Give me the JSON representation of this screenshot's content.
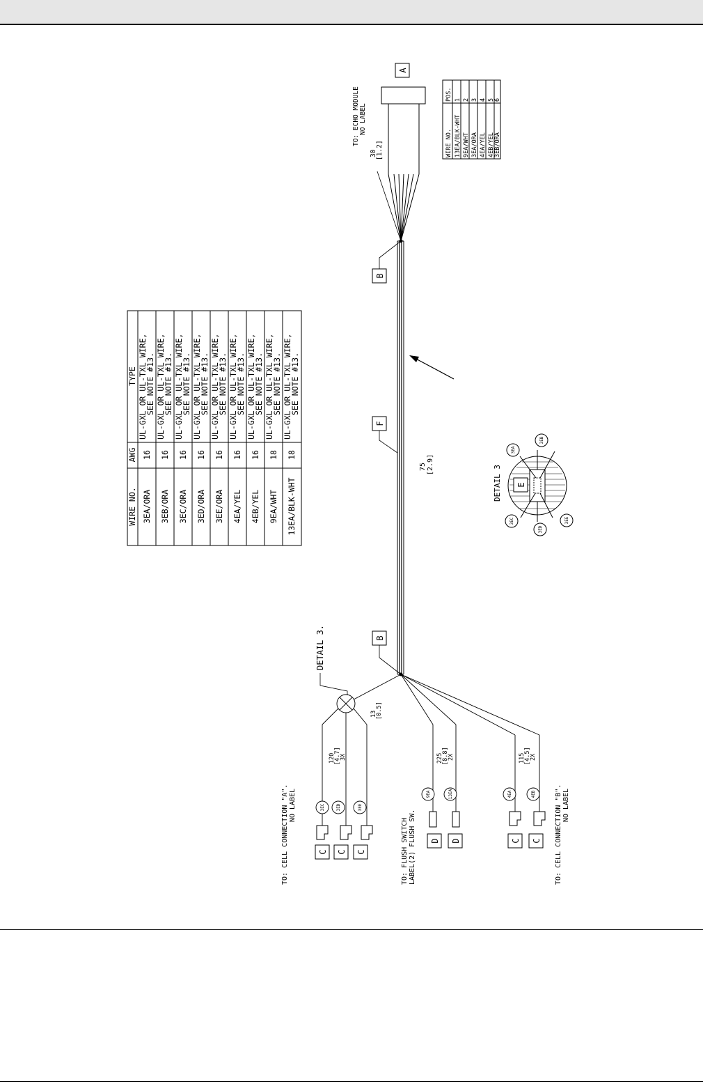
{
  "wire_table": {
    "headers": {
      "wire_no": "WIRE NO.",
      "awg": "AWG",
      "type": "TYPE"
    },
    "rows": [
      {
        "wire": "3EA/ORA",
        "awg": "16",
        "type1": "UL-GXL OR UL-TXL WIRE,",
        "type2": "SEE NOTE #13."
      },
      {
        "wire": "3EB/ORA",
        "awg": "16",
        "type1": "UL-GXL OR UL-TXL WIRE,",
        "type2": "SEE NOTE #13."
      },
      {
        "wire": "3EC/ORA",
        "awg": "16",
        "type1": "UL-GXL OR UL-TXL WIRE,",
        "type2": "SEE NOTE #13."
      },
      {
        "wire": "3ED/ORA",
        "awg": "16",
        "type1": "UL-GXL OR UL-TXL WIRE,",
        "type2": "SEE NOTE #13."
      },
      {
        "wire": "3EE/ORA",
        "awg": "16",
        "type1": "UL-GXL OR UL-TXL WIRE,",
        "type2": "SEE NOTE #13."
      },
      {
        "wire": "4EA/YEL",
        "awg": "16",
        "type1": "UL-GXL OR UL-TXL WIRE,",
        "type2": "SEE NOTE #13."
      },
      {
        "wire": "4EB/YEL",
        "awg": "16",
        "type1": "UL-GXL OR UL-TXL WIRE,",
        "type2": "SEE NOTE #13."
      },
      {
        "wire": "9EA/WHT",
        "awg": "18",
        "type1": "UL-GXL OR UL-TXL WIRE,",
        "type2": "SEE NOTE #13."
      },
      {
        "wire": "13EA/BLK-WHT",
        "awg": "18",
        "type1": "UL-GXL OR UL-TXL WIRE,",
        "type2": "SEE NOTE #13."
      }
    ]
  },
  "pos_table": {
    "headers": {
      "wire_no": "WIRE NO.",
      "pos": "POS."
    },
    "rows": [
      {
        "wire": "13EA/BLK-WHT",
        "pos": "1"
      },
      {
        "wire": "9EA/WHT",
        "pos": "2"
      },
      {
        "wire": "3EA/ORA",
        "pos": "3"
      },
      {
        "wire": "4EA/YEL",
        "pos": "4"
      },
      {
        "wire": "4EB/YEL",
        "pos": "5"
      },
      {
        "wire": "3EB/ORA",
        "pos": "6"
      }
    ]
  },
  "echo": {
    "line1": "TO: ECHO MODULE",
    "line2": "NO LABEL",
    "dim1": "30",
    "dim2": "[1.2]"
  },
  "cell_a": {
    "line1": "TO: CELL CONNECTION \"A\".",
    "line2": "NO LABEL",
    "dim1": "120",
    "dim2": "[4.7]",
    "dim3": "3X"
  },
  "flush": {
    "line1": "TO: FLUSH SWITCH",
    "line2": "LABEL(2) FLUSH SW.",
    "dim1": "225",
    "dim2": "[8.8]",
    "dim3": "2X"
  },
  "cell_b": {
    "line1": "TO: CELL CONNECTION \"B\".",
    "line2": "NO LABEL",
    "dim1": "115",
    "dim2": "[4.5]",
    "dim3": "2X"
  },
  "trunk": {
    "dim1": "75",
    "dim2": "[2.9]"
  },
  "breakout": {
    "dim1": "13",
    "dim2": "[0.5]"
  },
  "detail_callout": "DETAIL 3.",
  "detail_title": "DETAIL 3",
  "letters": {
    "a": "A",
    "b": "B",
    "c": "C",
    "d": "D",
    "e": "E",
    "f": "F"
  },
  "wire_tags": {
    "t3ec": "3EC",
    "t3ed": "3ED",
    "t3ee": "3EE",
    "t9ea": "9EA",
    "t13ea": "13EA",
    "t4ea": "4EA",
    "t4eb": "4EB",
    "d3ea": "3EA",
    "d3eb": "3EB",
    "d3ec": "3EC",
    "d3ed": "3ED",
    "d3ee": "3EE"
  }
}
